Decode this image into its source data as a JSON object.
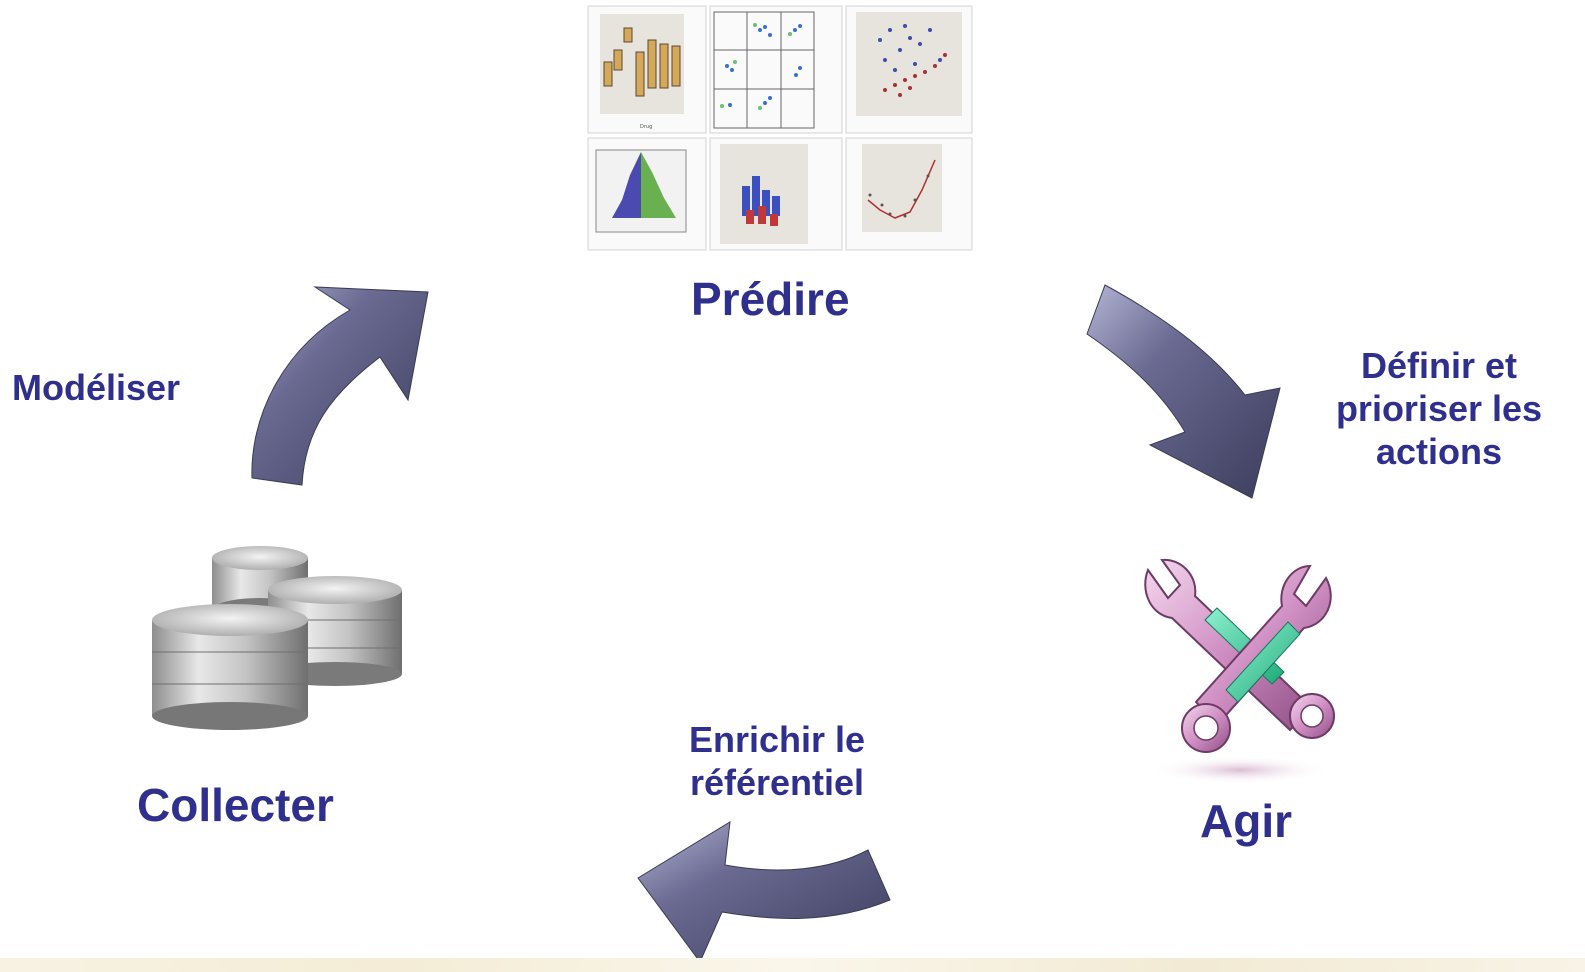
{
  "stages": {
    "predire": "Prédire",
    "collecter": "Collecter",
    "agir": "Agir"
  },
  "steps": {
    "modeliser": "Modéliser",
    "definir_line1": "Définir et",
    "definir_line2": "prioriser les",
    "definir_line3": "actions",
    "enrichir_line1": "Enrichir le",
    "enrichir_line2": "référentiel"
  },
  "colors": {
    "text": "#2f2f8e",
    "arrow": "#5a5a7e",
    "arrow_highlight": "#9a9ac0",
    "tool_pink": "#d9a6cf",
    "tool_green": "#3fd6a4",
    "db_gray": "#9c9c9c"
  },
  "icons": {
    "predire": "chart-grid-icon",
    "collecter": "database-stack-icon",
    "agir": "crossed-wrenches-icon"
  }
}
